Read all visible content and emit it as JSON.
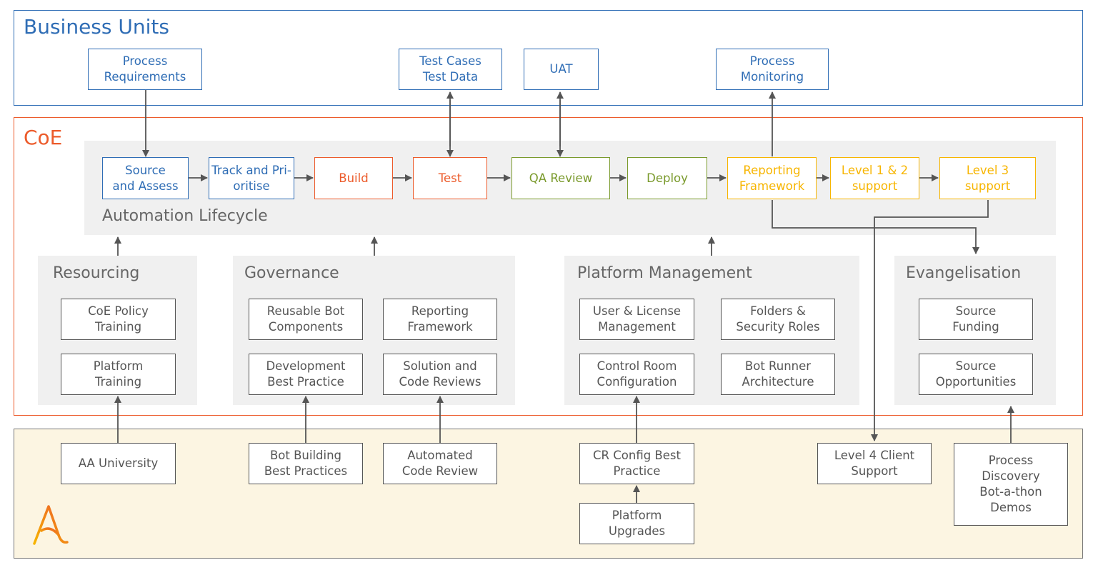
{
  "sections": {
    "business_units": "Business Units",
    "coe": "CoE",
    "automation_lifecycle": "Automation Lifecycle",
    "resourcing": "Resourcing",
    "governance": "Governance",
    "platform_management": "Platform Management",
    "evangelisation": "Evangelisation"
  },
  "business_nodes": {
    "process_requirements": "Process\nRequirements",
    "test_cases": "Test Cases\nTest Data",
    "uat": "UAT",
    "process_monitoring": "Process\nMonitoring"
  },
  "lifecycle": {
    "source_assess": "Source\nand Assess",
    "track_prioritise": "Track and Pri-\noritise",
    "build": "Build",
    "test": "Test",
    "qa_review": "QA Review",
    "deploy": "Deploy",
    "reporting_framework": "Reporting\nFramework",
    "level12": "Level 1 & 2\nsupport",
    "level3": "Level 3\nsupport"
  },
  "resourcing": {
    "coe_policy": "CoE Policy\nTraining",
    "platform_training": "Platform\nTraining"
  },
  "governance": {
    "reusable_bot": "Reusable Bot\nComponents",
    "reporting_framework": "Reporting\nFramework",
    "dev_best_practice": "Development\nBest Practice",
    "solution_reviews": "Solution and\nCode Reviews"
  },
  "platform_management": {
    "user_license": "User & License\nManagement",
    "folders_security": "Folders &\nSecurity Roles",
    "control_room": "Control Room\nConfiguration",
    "bot_runner": "Bot Runner\nArchitecture"
  },
  "evangelisation": {
    "source_funding": "Source\nFunding",
    "source_opportunities": "Source\nOpportunities"
  },
  "bottom": {
    "aa_university": "AA University",
    "bot_building": "Bot Building\nBest Practices",
    "automated_code_review": "Automated\nCode Review",
    "cr_config": "CR Config Best\nPractice",
    "platform_upgrades": "Platform\nUpgrades",
    "level4": "Level 4 Client\nSupport",
    "process_discovery": "Process\nDiscovery\nBot-a-thon\nDemos"
  },
  "colors": {
    "blue": "#2f6db5",
    "orange": "#ec5b2b",
    "green": "#7a9a2c",
    "yellow": "#f7b500",
    "panel": "#f0f0f0",
    "bottom_band": "#fcf5e2"
  },
  "icons": {
    "logo": "automation-anywhere-logo"
  }
}
